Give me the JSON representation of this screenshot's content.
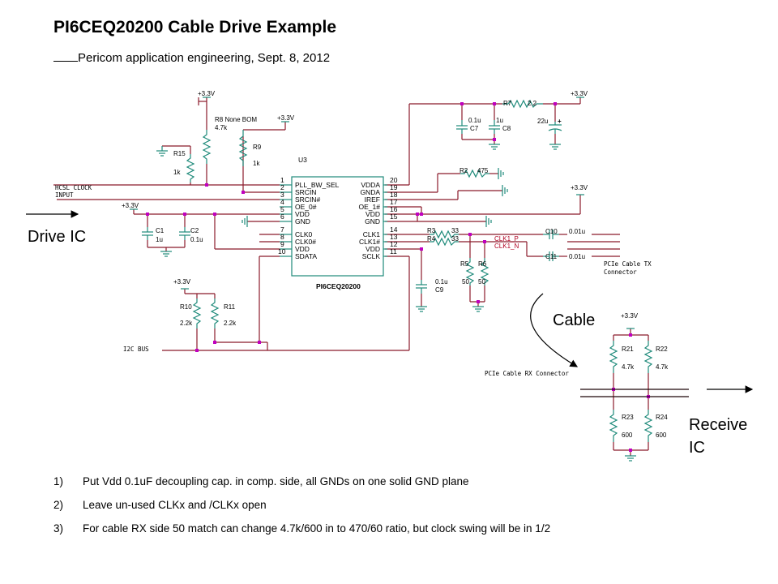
{
  "title": "PI6CEQ20200 Cable Drive Example",
  "subtitle": "Pericom application engineering, Sept. 8, 2012",
  "labels": {
    "drive_ic": "Drive IC",
    "cable": "Cable",
    "receive_ic_line1": "Receive",
    "receive_ic_line2": "IC"
  },
  "schematic": {
    "chip_ref": "U3",
    "chip_name": "PI6CEQ20200",
    "left_pins": [
      {
        "num": "1",
        "name": "PLL_BW_SEL"
      },
      {
        "num": "2",
        "name": "SRCIN"
      },
      {
        "num": "3",
        "name": "SRCIN#"
      },
      {
        "num": "4",
        "name": "OE_0#"
      },
      {
        "num": "5",
        "name": "VDD"
      },
      {
        "num": "6",
        "name": "GND"
      },
      {
        "num": "7",
        "name": "CLK0"
      },
      {
        "num": "8",
        "name": "CLK0#"
      },
      {
        "num": "9",
        "name": "VDD"
      },
      {
        "num": "10",
        "name": "SDATA"
      }
    ],
    "right_pins": [
      {
        "num": "20",
        "name": "VDDA"
      },
      {
        "num": "19",
        "name": "GNDA"
      },
      {
        "num": "18",
        "name": "IREF"
      },
      {
        "num": "17",
        "name": "OE_1#"
      },
      {
        "num": "16",
        "name": "VDD"
      },
      {
        "num": "15",
        "name": "GND"
      },
      {
        "num": "14",
        "name": "CLK1"
      },
      {
        "num": "13",
        "name": "CLK1#"
      },
      {
        "num": "12",
        "name": "VDD"
      },
      {
        "num": "11",
        "name": "SCLK"
      }
    ],
    "power": "+3.3V",
    "hcsl_line1": "HCSL CLOCK",
    "hcsl_line2": "INPUT",
    "i2c": "I2C BUS",
    "clk1_p": "CLK1_P",
    "clk1_n": "CLK1_N",
    "tx_line1": "PCIe Cable TX",
    "tx_line2": "Connector",
    "rx_conn": "PCIe Cable RX Connector",
    "parts": {
      "r8_name": "R8 None BOM",
      "r8_val": "4.7k",
      "r9_name": "R9",
      "r9_val": "1k",
      "r15_name": "R15",
      "r15_val": "1k",
      "c1_name": "C1",
      "c1_val": "1u",
      "c2_name": "C2",
      "c2_val": "0.1u",
      "r10_name": "R10",
      "r10_val": "2.2k",
      "r11_name": "R11",
      "r11_val": "2.2k",
      "r7_name": "R7",
      "r7_val": "2.2",
      "c7_name": "C7",
      "c7_val": "0.1u",
      "c8_name": "C8",
      "c8_val": "1u",
      "c_bulk_val": "22u",
      "c_bulk_pol": "+",
      "r2_name": "R2",
      "r2_val": "475",
      "r3_name": "R3",
      "r3_val": "33",
      "r4_name": "R4",
      "r4_val": "33",
      "r5_name": "R5",
      "r5_val": "50",
      "r6_name": "R6",
      "r6_val": "50",
      "c9_name": "C9",
      "c9_val": "0.1u",
      "c10_name": "C10",
      "c10_val": "0.01u",
      "c11_name": "C11",
      "c11_val": "0.01u",
      "r21_name": "R21",
      "r21_val": "4.7k",
      "r22_name": "R22",
      "r22_val": "4.7k",
      "r23_name": "R23",
      "r23_val": "600",
      "r24_name": "R24",
      "r24_val": "600"
    }
  },
  "notes": [
    {
      "num": "1)",
      "text": "Put Vdd 0.1uF decoupling cap. in comp. side, all GNDs on one solid GND plane"
    },
    {
      "num": "2)",
      "text": "Leave un-used CLKx and /CLKx open"
    },
    {
      "num": "3)",
      "text": "For cable RX side 50 match can change 4.7k/600 in to 470/60 ratio, but clock swing will be in 1/2"
    }
  ],
  "colors": {
    "wire": "#8b1a2b",
    "component": "#1e8a7a",
    "text": "#000000"
  }
}
